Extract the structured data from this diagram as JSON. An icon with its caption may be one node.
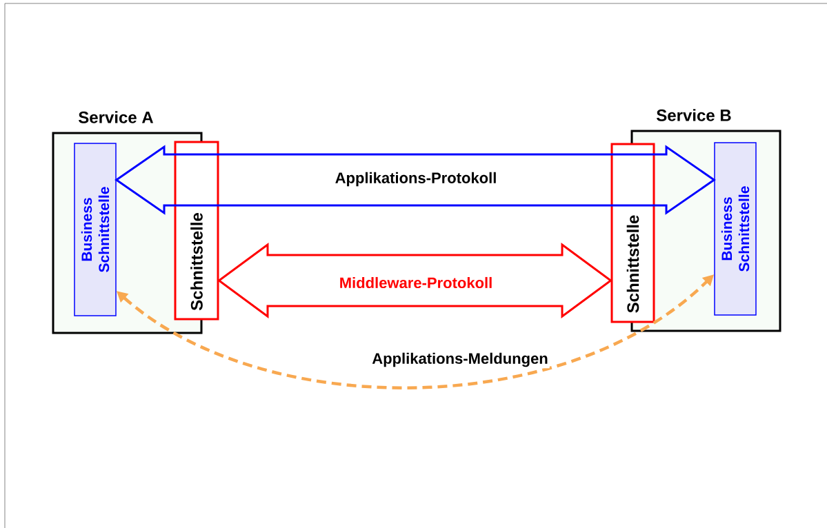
{
  "diagram": {
    "nodes": [
      {
        "text": [
          "Service A"
        ]
      },
      {
        "text": [
          "Business Schnittstelle"
        ],
        "in": 0
      },
      {
        "text": [
          "Schnittstelle"
        ]
      },
      {
        "text": [
          "Service B"
        ]
      },
      {
        "text": [
          "Schnittstelle"
        ]
      },
      {
        "text": [
          "Business Schnittstelle"
        ],
        "in": 3
      }
    ],
    "edges": [
      {
        "from": 1,
        "to": 5,
        "arrow": "both",
        "label": "Applikations-Protokoll",
        "color": "#0000ff"
      },
      {
        "from": 2,
        "to": 4,
        "arrow": "both",
        "label": "Middleware-Protokoll",
        "color": "#ff0000"
      },
      {
        "from": 1,
        "to": 5,
        "arrow": "both",
        "label": "Applikations-Meldungen",
        "style": "dashed",
        "color": "#f8a850"
      }
    ]
  }
}
